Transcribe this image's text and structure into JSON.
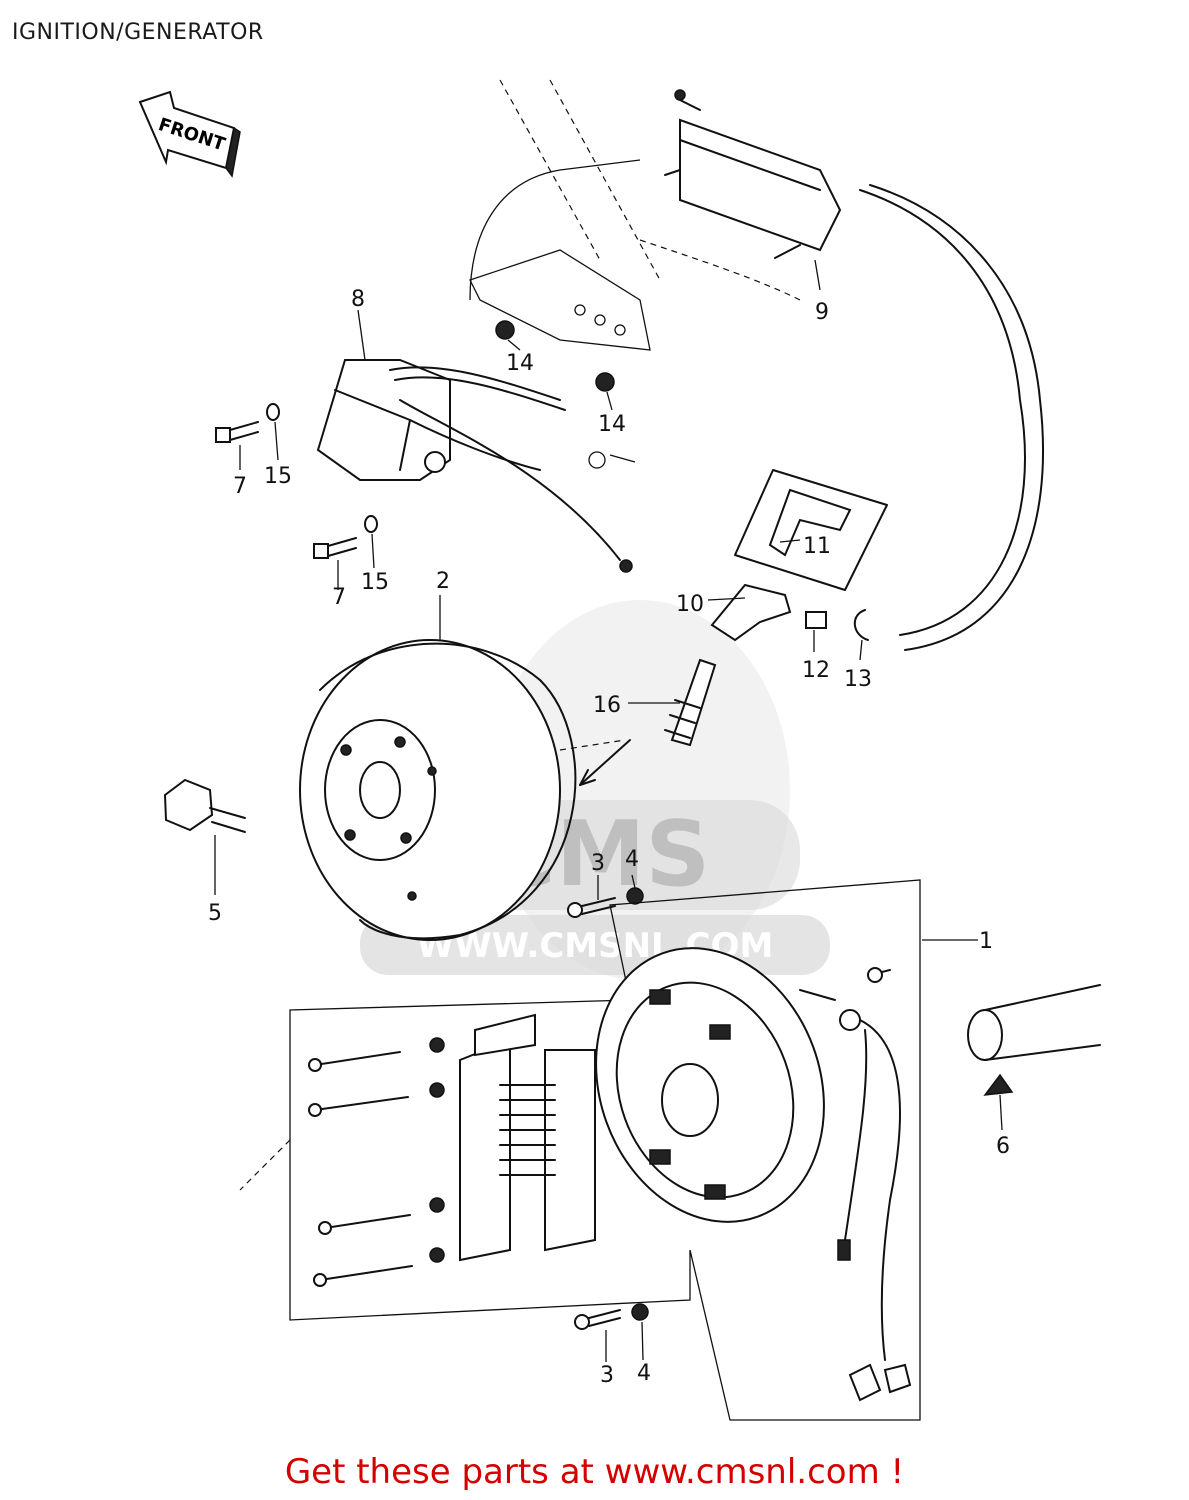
{
  "header": {
    "title": "IGNITION/GENERATOR"
  },
  "direction_marker": {
    "label": "FRONT"
  },
  "watermark": {
    "brand": "CMS",
    "url": "WWW.CMSNL.COM"
  },
  "callouts": [
    "1",
    "2",
    "3",
    "4",
    "5",
    "6",
    "7",
    "8",
    "9",
    "10",
    "11",
    "12",
    "13",
    "14",
    "15",
    "16"
  ],
  "labels": {
    "c1": "1",
    "c2": "2",
    "c3a": "3",
    "c3b": "3",
    "c4a": "4",
    "c4b": "4",
    "c5": "5",
    "c6": "6",
    "c7a": "7",
    "c7b": "7",
    "c8": "8",
    "c9": "9",
    "c10": "10",
    "c11": "11",
    "c12": "12",
    "c13": "13",
    "c14a": "14",
    "c14b": "14",
    "c15a": "15",
    "c15b": "15",
    "c16": "16"
  },
  "footer": {
    "cta": "Get these parts at www.cmsnl.com !"
  },
  "colors": {
    "ink": "#111111",
    "cta": "#d40000",
    "watermark": "#d9d9d9"
  }
}
